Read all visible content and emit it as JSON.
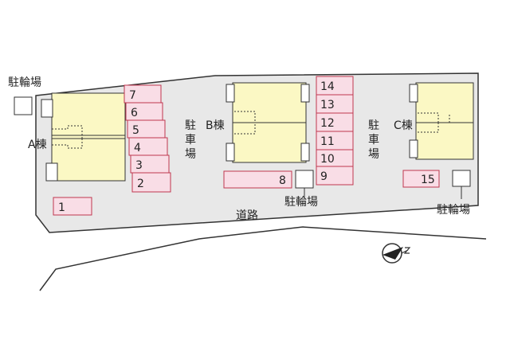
{
  "labels": {
    "bike_left": "駐輪場",
    "bike_center": "駐輪場",
    "bike_right": "駐輪場",
    "building_a": "A棟",
    "building_b": "B棟",
    "building_c": "C棟",
    "parking_1": "駐車場",
    "parking_2": "駐車場",
    "road": "道路"
  },
  "parking_lots": [
    "1",
    "2",
    "3",
    "4",
    "5",
    "6",
    "7",
    "8",
    "9",
    "10",
    "11",
    "12",
    "13",
    "14",
    "15"
  ],
  "colors": {
    "lot_fill": "#f9dde6",
    "lot_stroke": "#c0374f",
    "building_fill": "#fbf8c4",
    "site_fill": "#e8e8e8",
    "line": "#333333"
  },
  "icons": {
    "north": "north-arrow-icon"
  }
}
